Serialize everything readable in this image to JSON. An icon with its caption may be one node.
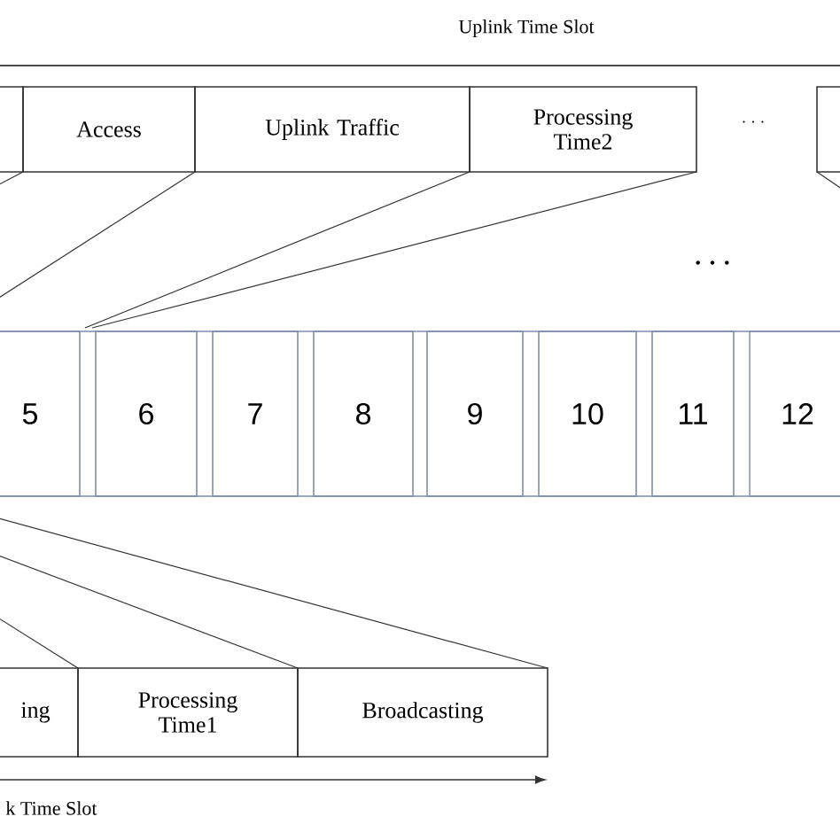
{
  "diagram": {
    "nodes": [
      {
        "text": [],
        "shape": "box"
      },
      {
        "text": [
          "Access"
        ]
      },
      {
        "text": [
          "Uplink Traffic"
        ]
      },
      {
        "text": [
          "Processing Time2"
        ]
      },
      {
        "text": [],
        "shape": "box"
      },
      {
        "text": [
          "5"
        ]
      },
      {
        "text": [
          "6"
        ]
      },
      {
        "text": [
          "7"
        ]
      },
      {
        "text": [
          "8"
        ]
      },
      {
        "text": [
          "9"
        ]
      },
      {
        "text": [
          "10"
        ]
      },
      {
        "text": [
          "11"
        ]
      },
      {
        "text": [
          "12"
        ]
      },
      {
        "text": [
          "ing"
        ]
      },
      {
        "text": [
          "Processing Time1"
        ]
      },
      {
        "text": [
          "Broadcasting"
        ]
      }
    ],
    "labels": [
      "Uplink Time Slot",
      "· · ·",
      "· · ·",
      "k Time Slot"
    ]
  }
}
